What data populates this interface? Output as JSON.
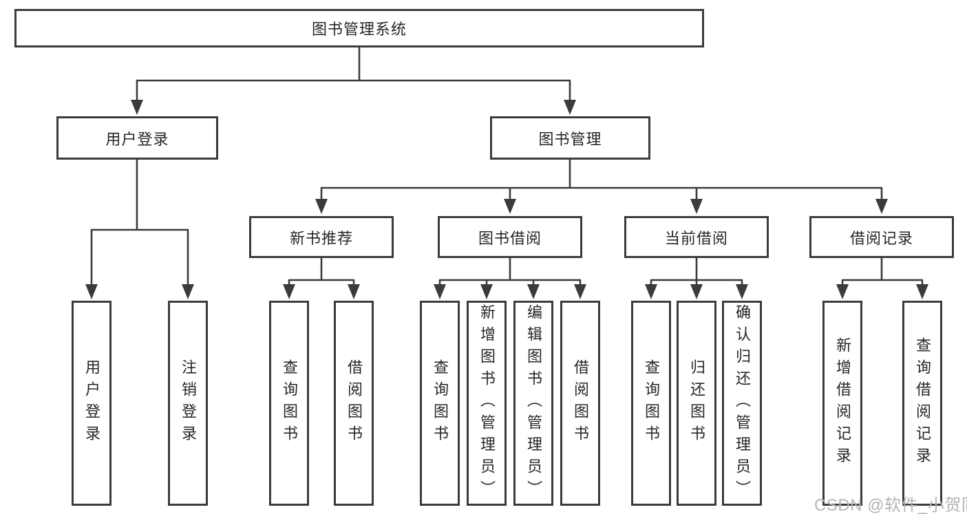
{
  "diagram": {
    "nodes": {
      "root": "图书管理系统",
      "user_login": "用户登录",
      "book_mgmt": "图书管理",
      "new_book_rec": "新书推荐",
      "book_borrow": "图书借阅",
      "current_borrow": "当前借阅",
      "borrow_records": "借阅记录",
      "leaf_user_login": "用户登录",
      "leaf_logout": "注销登录",
      "rec_query_books": "查询图书",
      "rec_borrow_books": "借阅图书",
      "bb_query_books": "查询图书",
      "bb_add_books": "新增图书（管理员）",
      "bb_edit_books": "编辑图书（管理员）",
      "bb_borrow_books": "借阅图书",
      "cb_query_books": "查询图书",
      "cb_return_books": "归还图书",
      "cb_confirm_return": "确认归还（管理员）",
      "br_add_record": "新增借阅记录",
      "br_query_record": "查询借阅记录"
    },
    "tree": {
      "root": [
        "user_login",
        "book_mgmt"
      ],
      "user_login": [
        "leaf_user_login",
        "leaf_logout"
      ],
      "book_mgmt": [
        "new_book_rec",
        "book_borrow",
        "current_borrow",
        "borrow_records"
      ],
      "new_book_rec": [
        "rec_query_books",
        "rec_borrow_books"
      ],
      "book_borrow": [
        "bb_query_books",
        "bb_add_books",
        "bb_edit_books",
        "bb_borrow_books"
      ],
      "current_borrow": [
        "cb_query_books",
        "cb_return_books",
        "cb_confirm_return"
      ],
      "borrow_records": [
        "br_add_record",
        "br_query_record"
      ]
    },
    "watermark": "CSDN @软件_小贺同学",
    "colors": {
      "line": "#3b3b3b",
      "text": "#262626",
      "box_background": "#ffffff",
      "page_background": "#ffffff",
      "watermark": "#b4b4b4"
    }
  }
}
